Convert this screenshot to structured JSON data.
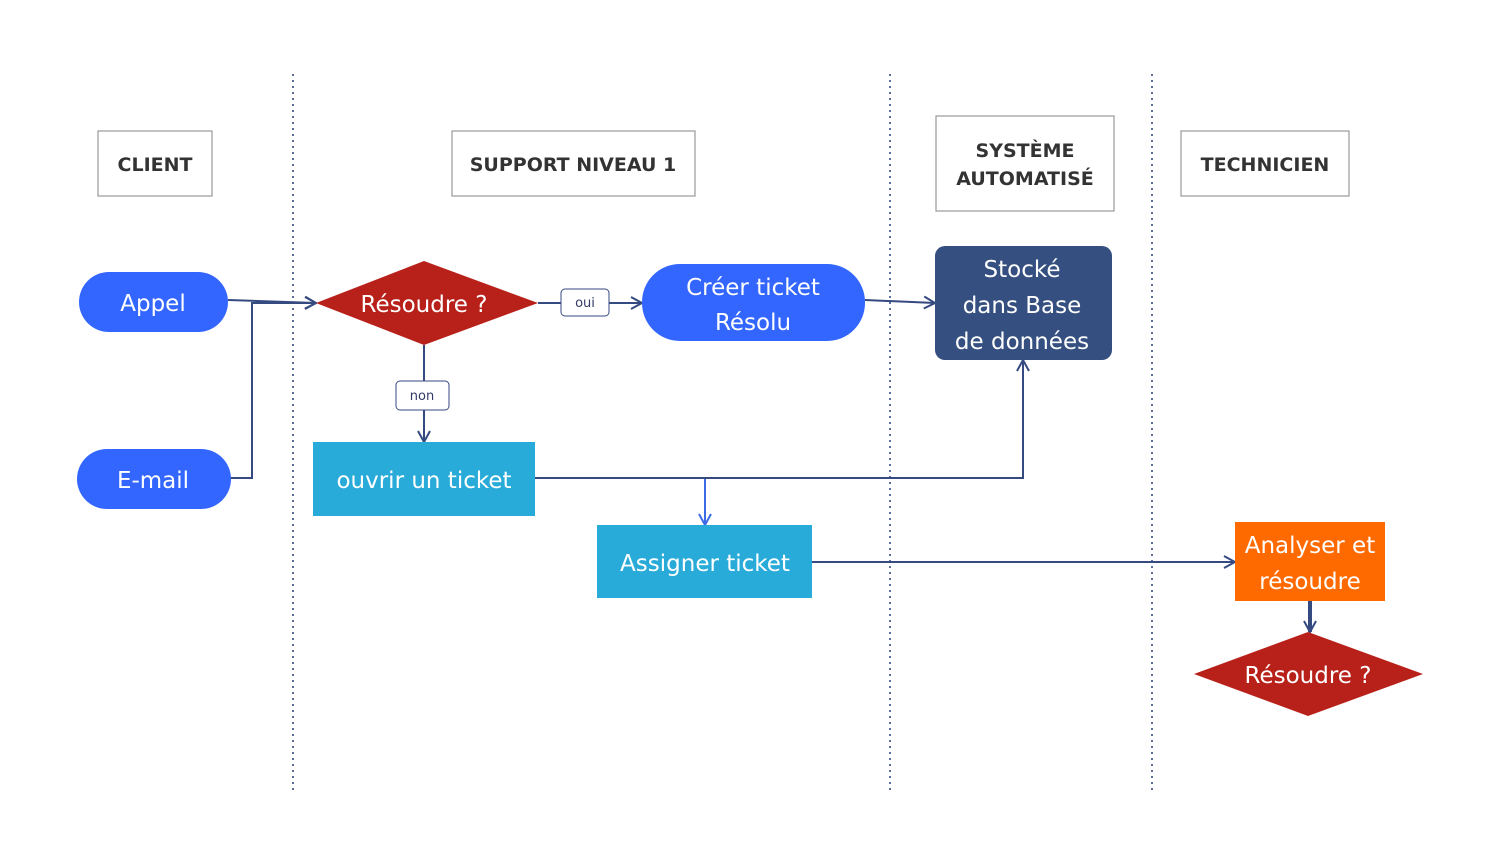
{
  "lanes": [
    {
      "id": "client",
      "label": "CLIENT"
    },
    {
      "id": "support",
      "label": "SUPPORT NIVEAU 1"
    },
    {
      "id": "systeme",
      "label_lines": [
        "SYSTÈME",
        "AUTOMATISÉ"
      ]
    },
    {
      "id": "technicien",
      "label": "TECHNICIEN"
    }
  ],
  "nodes": {
    "appel": {
      "label": "Appel",
      "shape": "rounded-pill"
    },
    "email": {
      "label": "E-mail",
      "shape": "rounded-pill"
    },
    "resoudre_1": {
      "label": "Résoudre ?",
      "shape": "diamond"
    },
    "creer_ticket": {
      "lines": [
        "Créer ticket",
        "Résolu"
      ],
      "shape": "rounded-pill"
    },
    "stocke": {
      "lines": [
        "Stocké",
        "dans Base",
        "de données"
      ],
      "shape": "rounded-rect"
    },
    "ouvrir_ticket": {
      "label": "ouvrir un ticket",
      "shape": "rect"
    },
    "assigner_ticket": {
      "label": "Assigner ticket",
      "shape": "rect"
    },
    "analyser": {
      "lines": [
        "Analyser et",
        "résoudre"
      ],
      "shape": "rect"
    },
    "resoudre_2": {
      "label": "Résoudre ?",
      "shape": "diamond"
    }
  },
  "edge_labels": {
    "oui": "oui",
    "non": "non"
  },
  "colors": {
    "blue_pill": "#3366ff",
    "dark_navy": "#344f80",
    "cyan": "#29abd9",
    "red_diamond": "#b8211a",
    "orange": "#ff6a00",
    "connector": "#344a80",
    "divider": "#344a80",
    "header_border": "#999999"
  }
}
